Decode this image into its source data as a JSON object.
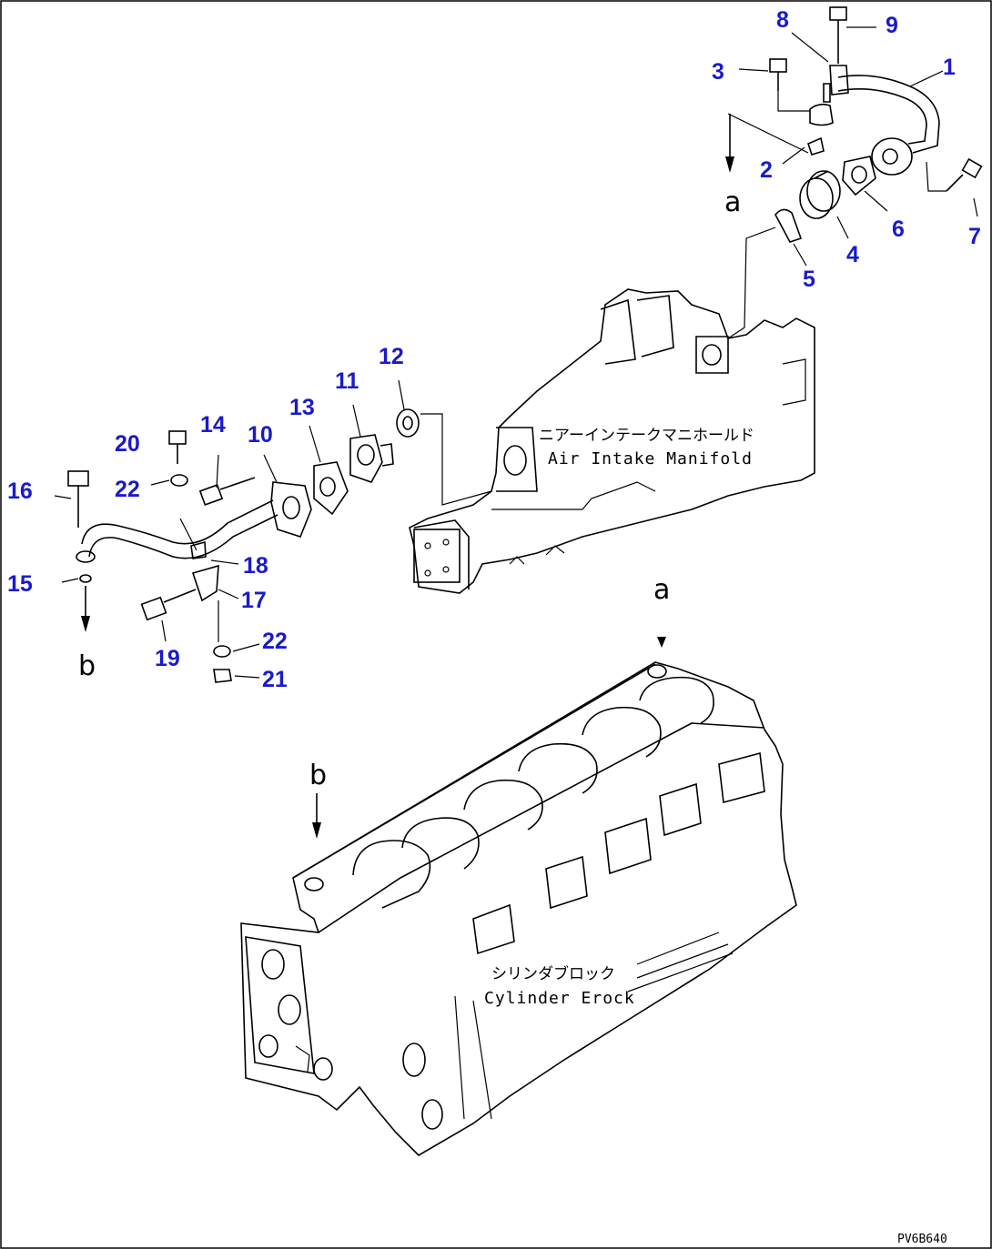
{
  "drawing": {
    "drawing_code": "PV6B640",
    "labels": {
      "manifold_jp": "ニアーインテークマニホールド",
      "manifold_en": "Air Intake Manifold",
      "block_jp": "シリンダブロック",
      "block_en": "Cylinder Erock"
    },
    "refs": {
      "a_top": "a",
      "a_bottom": "a",
      "b_left": "b",
      "b_bottom": "b"
    },
    "callout_color": "#1a1acc",
    "callouts": [
      {
        "id": "c1",
        "text": "1"
      },
      {
        "id": "c2",
        "text": "2"
      },
      {
        "id": "c3",
        "text": "3"
      },
      {
        "id": "c4",
        "text": "4"
      },
      {
        "id": "c5",
        "text": "5"
      },
      {
        "id": "c6",
        "text": "6"
      },
      {
        "id": "c7",
        "text": "7"
      },
      {
        "id": "c8",
        "text": "8"
      },
      {
        "id": "c9",
        "text": "9"
      },
      {
        "id": "c10",
        "text": "10"
      },
      {
        "id": "c11",
        "text": "11"
      },
      {
        "id": "c12",
        "text": "12"
      },
      {
        "id": "c13",
        "text": "13"
      },
      {
        "id": "c14",
        "text": "14"
      },
      {
        "id": "c15",
        "text": "15"
      },
      {
        "id": "c16",
        "text": "16"
      },
      {
        "id": "c17",
        "text": "17"
      },
      {
        "id": "c18",
        "text": "18"
      },
      {
        "id": "c19",
        "text": "19"
      },
      {
        "id": "c20",
        "text": "20"
      },
      {
        "id": "c21",
        "text": "21"
      },
      {
        "id": "c22a",
        "text": "22"
      },
      {
        "id": "c22b",
        "text": "22"
      }
    ]
  }
}
